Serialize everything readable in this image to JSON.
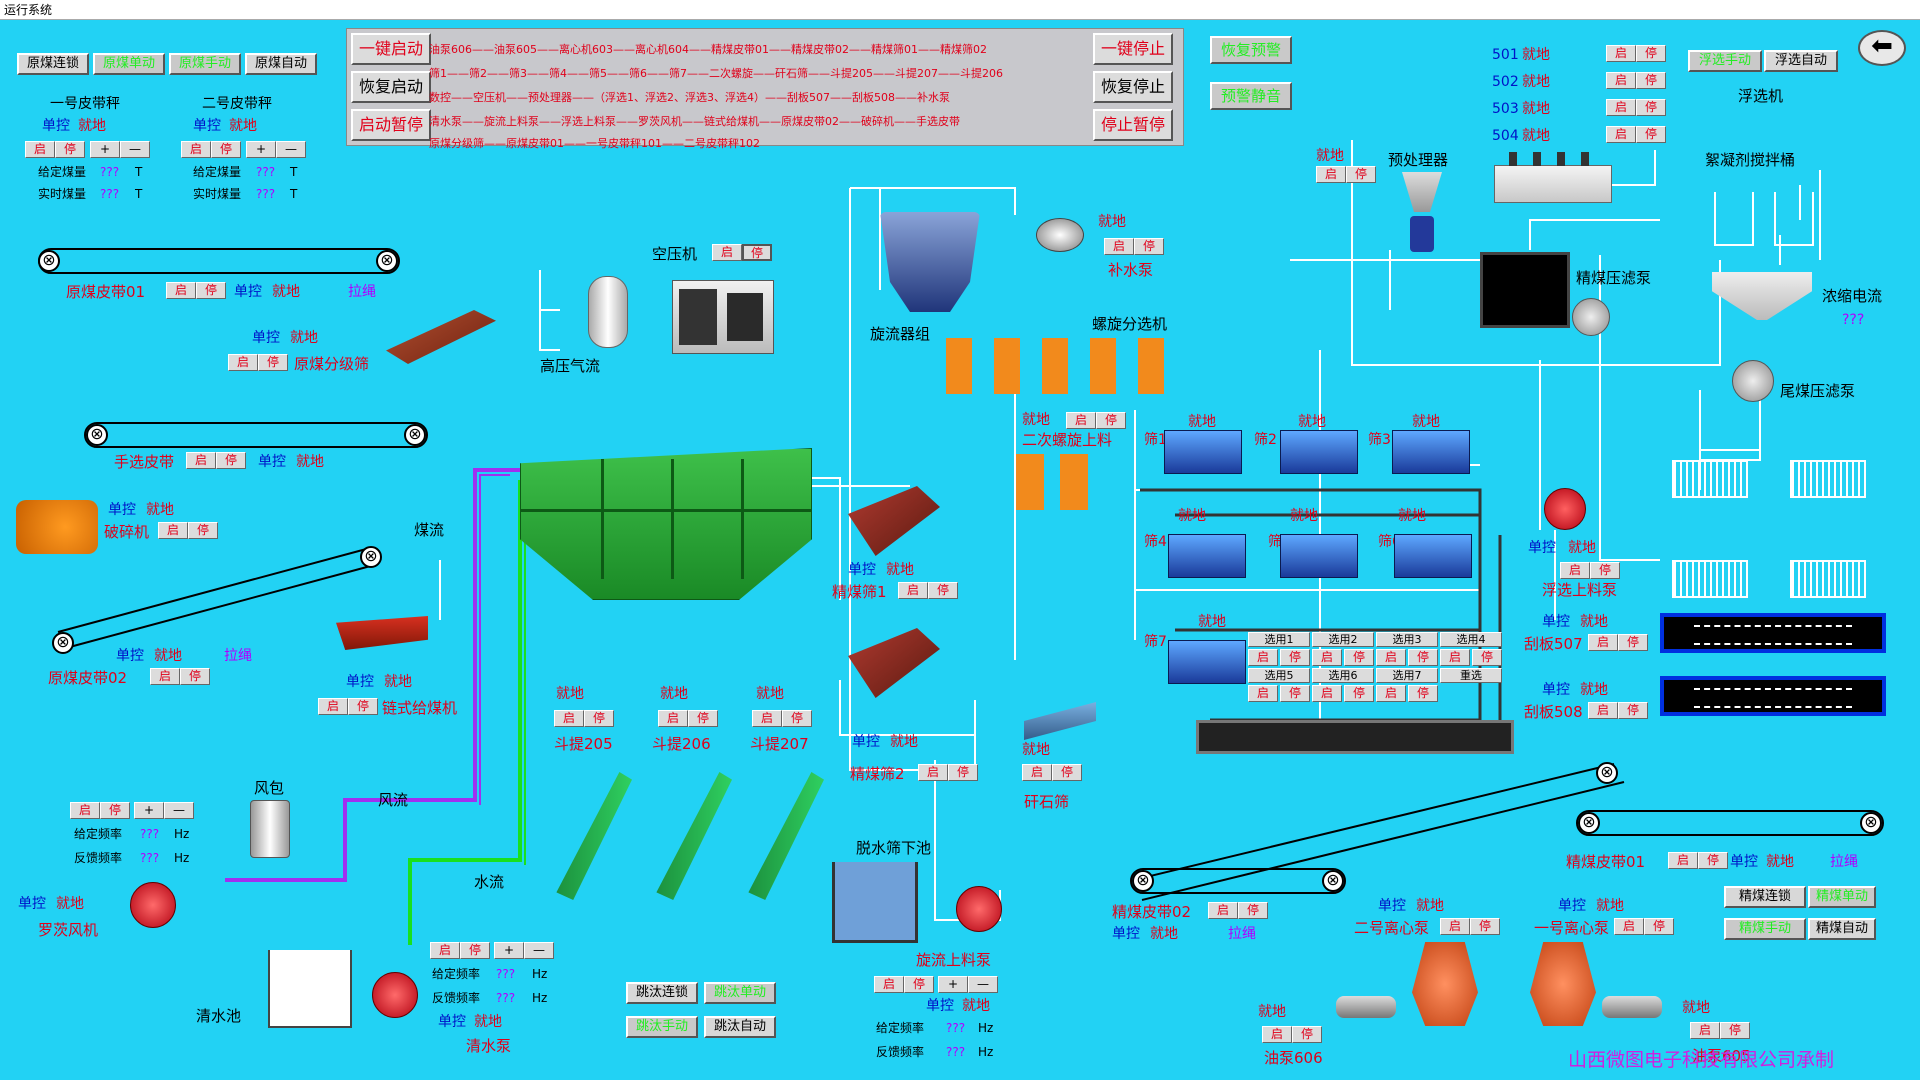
{
  "window_title": "运行系统",
  "raw_mode": [
    "原煤连锁",
    "原煤单动",
    "原煤手动",
    "原煤自动"
  ],
  "belt_scale1": {
    "title": "一号皮带秤",
    "ctrl": "单控",
    "loc": "就地",
    "set_label": "给定煤量",
    "set_val": "???",
    "set_unit": "T",
    "real_label": "实时煤量",
    "real_val": "???",
    "real_unit": "T"
  },
  "belt_scale2": {
    "title": "二号皮带秤",
    "ctrl": "单控",
    "loc": "就地",
    "set_label": "给定煤量",
    "set_val": "???",
    "set_unit": "T",
    "real_label": "实时煤量",
    "real_val": "???",
    "real_unit": "T"
  },
  "btn": {
    "start": "启",
    "stop": "停",
    "plus": "+",
    "minus": "—",
    "reselect": "重选"
  },
  "panel_left": [
    "一键启动",
    "恢复启动",
    "启动暂停"
  ],
  "panel_right": [
    "一键停止",
    "恢复停止",
    "停止暂停"
  ],
  "seq_rows": [
    "油泵606——油泵605——离心机603——离心机604——精煤皮带01——精煤皮带02——精煤筛01——精煤筛02",
    "筛1——筛2——筛3——筛4——筛5——筛6——筛7——二次螺旋——矸石筛——斗提205——斗提207——斗提206",
    "数控——空压机——预处理器——（浮选1、浮选2、浮选3、浮选4）——刮板507——刮板508——补水泵",
    "清水泵——旋流上料泵——浮选上料泵——罗茨风机——链式给煤机——原煤皮带02——破碎机——手选皮带",
    "原煤分级筛——原煤皮带01——一号皮带秤101——二号皮带秤102"
  ],
  "alarm": [
    "恢复预警",
    "预警静音"
  ],
  "flotation": {
    "items": [
      {
        "num": "501",
        "loc": "就地"
      },
      {
        "num": "502",
        "loc": "就地"
      },
      {
        "num": "503",
        "loc": "就地"
      },
      {
        "num": "504",
        "loc": "就地"
      }
    ],
    "mode": [
      "浮选手动",
      "浮选自动"
    ],
    "name": "浮选机"
  },
  "labels": {
    "raw_belt01": "原煤皮带01",
    "ctrl": "单控",
    "loc": "就地",
    "pull": "拉绳",
    "classify": "原煤分级筛",
    "hand_belt": "手选皮带",
    "crusher": "破碎机",
    "raw_belt02": "原煤皮带02",
    "chain_feeder": "链式给煤机",
    "air_comp": "空压机",
    "hp_air": "高压气流",
    "coal_flow": "煤流",
    "air_flow": "风流",
    "water_flow": "水流",
    "air_bag": "风包",
    "set_freq": "给定频率",
    "fb_freq": "反馈频率",
    "freq_val": "???",
    "hz": "Hz",
    "roots": "罗茨风机",
    "clear_pool": "清水池",
    "clear_pump": "清水泵",
    "cyclone": "旋流器组",
    "make_up": "补水泵",
    "spiral": "螺旋分选机",
    "pretreat": "预处理器",
    "fine_press": "精煤压滤泵",
    "floc": "絮凝剂搅拌桶",
    "conc": "浓缩电流",
    "conc_val": "???",
    "tail_press": "尾煤压滤泵",
    "spiral2": "二次螺旋上料",
    "fine_screen1": "精煤筛1",
    "fine_screen2": "精煤筛2",
    "dewater": "脱水筛下池",
    "cyc_pump": "旋流上料泵",
    "float_pump": "浮选上料泵",
    "scraper507": "刮板507",
    "scraper508": "刮板508",
    "gangue": "矸石筛",
    "bucket205": "斗提205",
    "bucket206": "斗提206",
    "bucket207": "斗提207",
    "fine_belt01": "精煤皮带01",
    "fine_belt02": "精煤皮带02",
    "cent2": "二号离心泵",
    "cent1": "一号离心泵",
    "oil606": "油泵606",
    "oil605": "油泵605",
    "company": "山西微图电子科技有限公司承制"
  },
  "screens": [
    "筛1",
    "筛2",
    "筛3",
    "筛4",
    "筛5",
    "筛6",
    "筛7"
  ],
  "selects": [
    "选用1",
    "选用2",
    "选用3",
    "选用4",
    "选用5",
    "选用6",
    "选用7"
  ],
  "jig_mode": [
    "跳汰连锁",
    "跳汰单动",
    "跳汰手动",
    "跳汰自动"
  ],
  "fine_mode": [
    "精煤连锁",
    "精煤单动",
    "精煤手动",
    "精煤自动"
  ]
}
